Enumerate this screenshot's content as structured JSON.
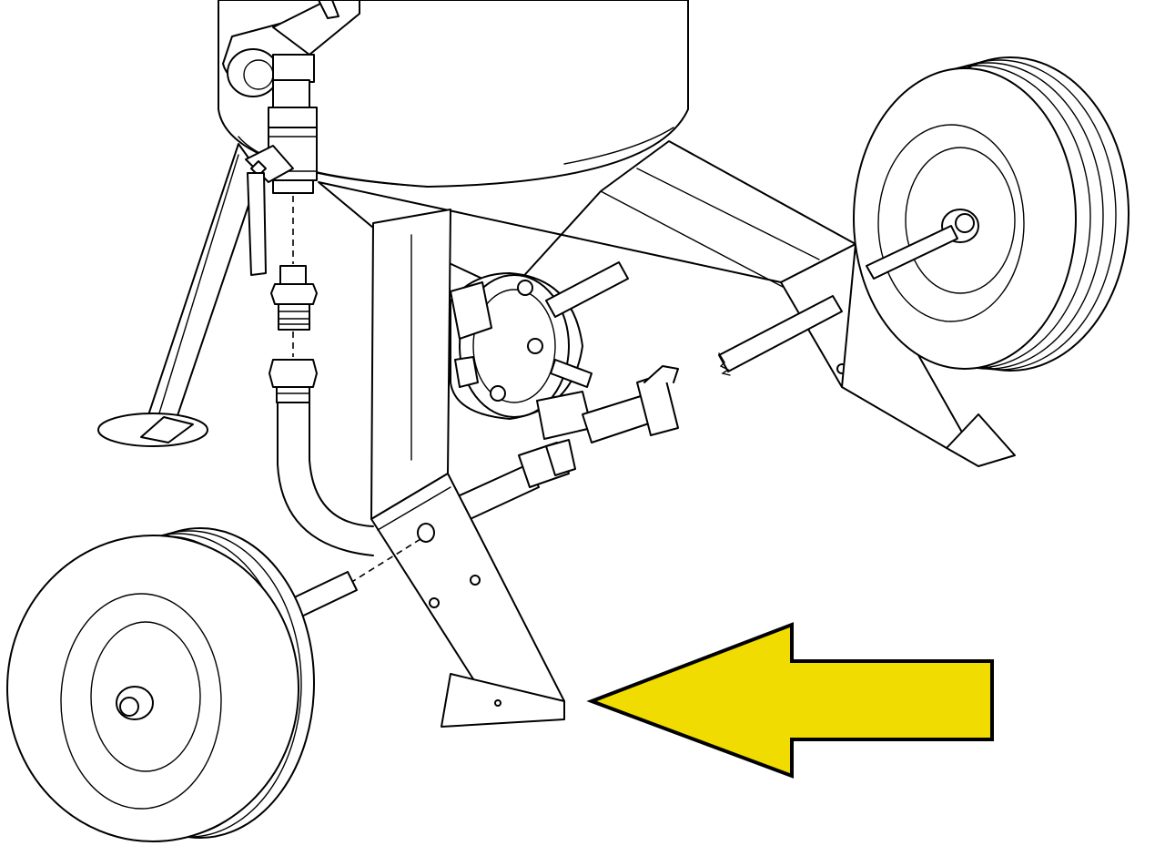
{
  "diagram": {
    "subject": "portable-abrasive-blast-pot-with-wheels",
    "highlighted_part": "front-support-leg",
    "pointer": {
      "shape": "arrow-left",
      "fill_color": "#f0dc00",
      "stroke_color": "#000000"
    },
    "line_color": "#000000",
    "background_color": "#ffffff",
    "parts": [
      "pressure-vessel",
      "pipe-elbow",
      "ball-valve",
      "valve-handle",
      "pipe-nipple",
      "hose-fitting",
      "curved-hose",
      "support-leg-left",
      "support-leg-front",
      "frame-rear",
      "wheel-left",
      "wheel-right",
      "axle-left",
      "axle-right",
      "metering-valve",
      "coupling",
      "outlet-pipe"
    ]
  }
}
